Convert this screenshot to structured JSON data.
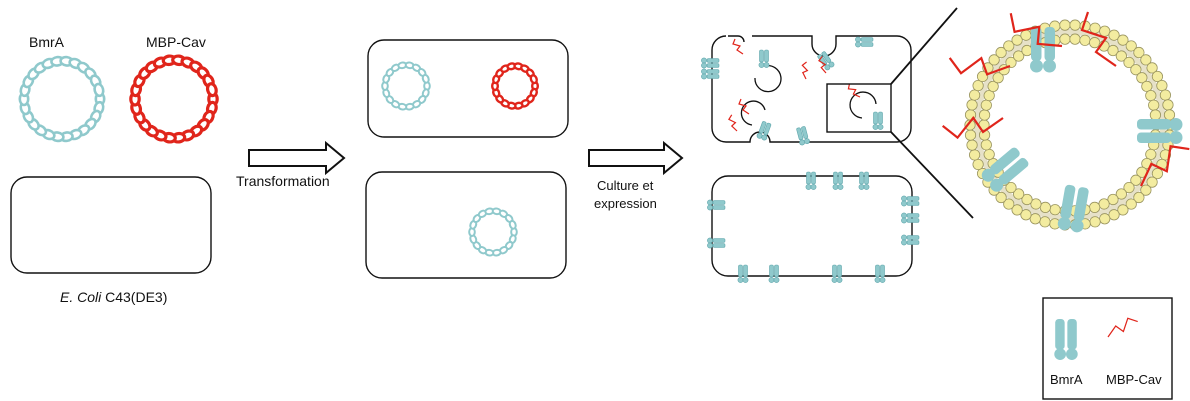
{
  "labels": {
    "bmra": "BmrA",
    "mbp_cav": "MBP-Cav",
    "strain_italic": "E. Coli",
    "strain_rest": " C43(DE3)",
    "step1": "Transformation",
    "step2_line1": "Culture et",
    "step2_line2": "expression"
  },
  "legend": {
    "bmra": "BmrA",
    "mbp_cav": "MBP-Cav"
  },
  "colors": {
    "bmra": "#8fc9cc",
    "mbp_cav": "#e0251b",
    "lipid": "#f3eca0",
    "lipid_stroke": "#9a9560",
    "outline": "#111111"
  }
}
